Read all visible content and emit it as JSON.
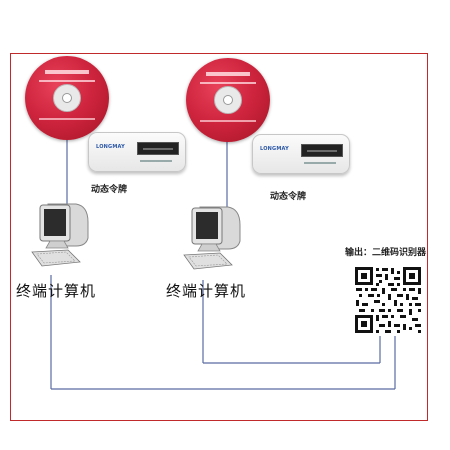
{
  "nodes": {
    "token_label_1": "动态令牌",
    "token_label_2": "动态令牌",
    "computer_label_1": "终端计算机",
    "computer_label_2": "终端计算机",
    "output_label": "输出：二维码识别器"
  },
  "token_brand": "LONGMAY",
  "colors": {
    "frame": "#c02a2a",
    "cd": "#d0253e",
    "wire": "#5a6aa0"
  },
  "icons": [
    "cd-disc-icon",
    "dynamic-token-icon",
    "computer-icon",
    "qr-code-icon"
  ]
}
